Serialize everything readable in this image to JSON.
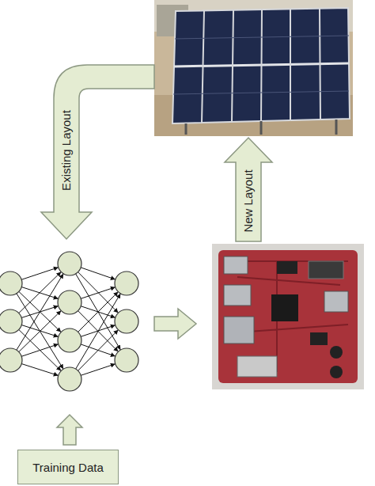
{
  "diagram": {
    "nodes": [
      {
        "text": [
          "Training Data"
        ]
      }
    ],
    "labels": [
      "Existing Layout",
      "New Layout"
    ]
  }
}
